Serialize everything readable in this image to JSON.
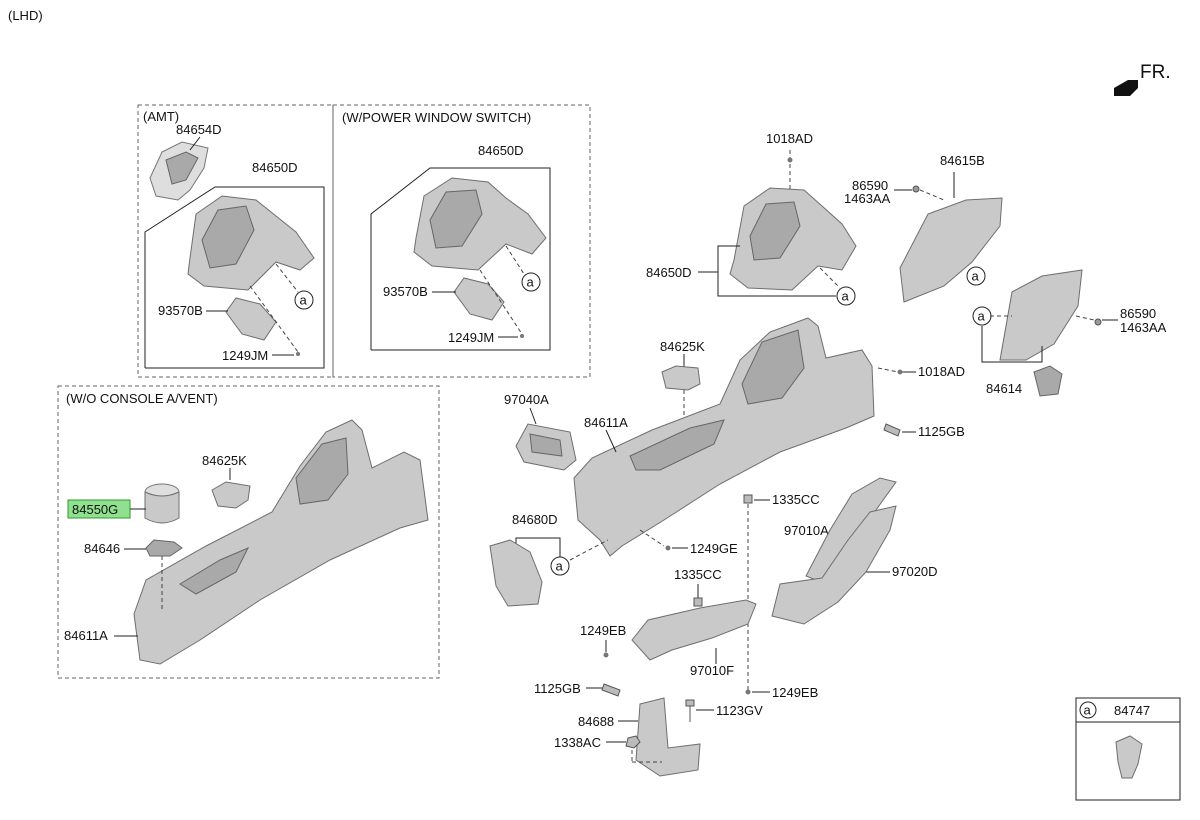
{
  "header": {
    "variant": "(LHD)",
    "direction": "FR."
  },
  "sections": {
    "amt": "(AMT)",
    "power_window": "(W/POWER WINDOW SWITCH)",
    "no_console_vent": "(W/O CONSOLE A/VENT)"
  },
  "callout_letter": "a",
  "labels": {
    "amt_84654D": "84654D",
    "amt_84650D": "84650D",
    "amt_93570B": "93570B",
    "amt_1249JM": "1249JM",
    "pw_84650D": "84650D",
    "pw_93570B": "93570B",
    "pw_1249JM": "1249JM",
    "v_84625K": "84625K",
    "v_84550G": "84550G",
    "v_84646": "84646",
    "v_84611A": "84611A",
    "m_1018AD_top": "1018AD",
    "m_84650D": "84650D",
    "m_84615B": "84615B",
    "m_86590_a": "86590",
    "m_1463AA_a": "1463AA",
    "m_86590_b": "86590",
    "m_1463AA_b": "1463AA",
    "m_84614": "84614",
    "m_84625K": "84625K",
    "m_1018AD_right": "1018AD",
    "m_97040A": "97040A",
    "m_84611A": "84611A",
    "m_1125GB_right": "1125GB",
    "m_1335CC_right": "1335CC",
    "m_97010A": "97010A",
    "m_84680D": "84680D",
    "m_1249GE": "1249GE",
    "m_97020D": "97020D",
    "m_1335CC_mid": "1335CC",
    "m_1249EB_left": "1249EB",
    "m_97010F": "97010F",
    "m_1125GB_bottom": "1125GB",
    "m_1249EB_bottom": "1249EB",
    "m_84688": "84688",
    "m_1123GV": "1123GV",
    "m_1338AC": "1338AC",
    "legend_84747": "84747"
  },
  "highlight": {
    "part": "84550G",
    "color": "#8fe08f"
  }
}
